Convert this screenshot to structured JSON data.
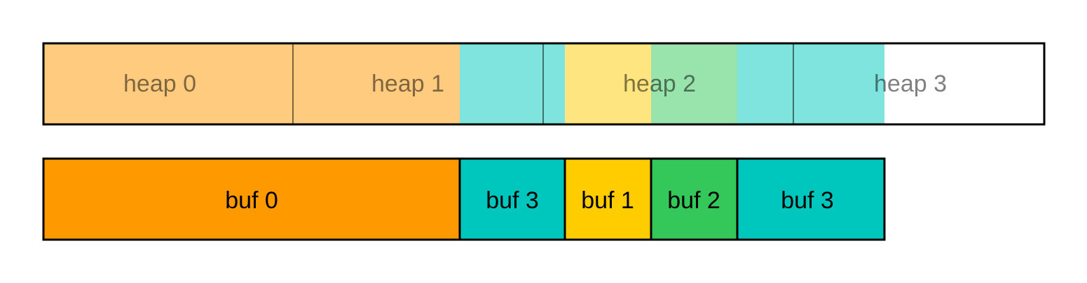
{
  "heap_labels": [
    "heap 0",
    "heap 1",
    "heap 2",
    "heap 3"
  ],
  "buffer_labels": [
    "buf 0",
    "buf 3",
    "buf 1",
    "buf 2",
    "buf 3"
  ],
  "colors": {
    "buf_0": "#FF9900",
    "buf_1": "#FFCC00",
    "buf_2": "#34C759",
    "buf_3": "#00C7BE",
    "outline": "#000000",
    "background": "#FFFFFF"
  }
}
